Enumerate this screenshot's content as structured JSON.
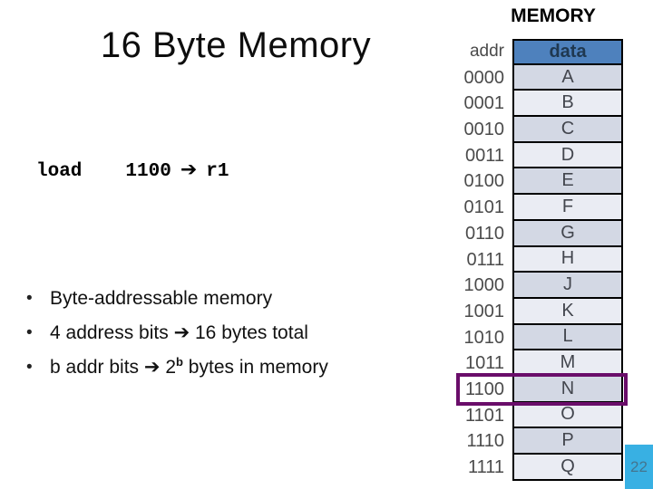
{
  "slide": {
    "title": "16 Byte Memory",
    "page_number": "22"
  },
  "load_instruction": {
    "opcode": "load",
    "address": "1100",
    "arrow": "➔",
    "register": "r1"
  },
  "bullets": [
    {
      "text": "Byte-addressable memory"
    },
    {
      "text": "4 address bits ➔ 16 bytes total"
    },
    {
      "prefix": "b addr bits ➔ 2",
      "sup": "b",
      "suffix": " bytes in memory"
    }
  ],
  "memory": {
    "label": "MEMORY",
    "header": {
      "addr": "addr",
      "data": "data"
    },
    "rows": [
      {
        "addr": "0000",
        "data": "A"
      },
      {
        "addr": "0001",
        "data": "B"
      },
      {
        "addr": "0010",
        "data": "C"
      },
      {
        "addr": "0011",
        "data": "D"
      },
      {
        "addr": "0100",
        "data": "E"
      },
      {
        "addr": "0101",
        "data": "F"
      },
      {
        "addr": "0110",
        "data": "G"
      },
      {
        "addr": "0111",
        "data": "H"
      },
      {
        "addr": "1000",
        "data": "J"
      },
      {
        "addr": "1001",
        "data": "K"
      },
      {
        "addr": "1010",
        "data": "L"
      },
      {
        "addr": "1011",
        "data": "M"
      },
      {
        "addr": "1100",
        "data": "N"
      },
      {
        "addr": "1101",
        "data": "O"
      },
      {
        "addr": "1110",
        "data": "P"
      },
      {
        "addr": "1111",
        "data": "Q"
      }
    ],
    "highlight_addr": "1100"
  },
  "colors": {
    "header_bg": "#4E81BD",
    "header_text": "#1F3850",
    "row_dark": "#D3D8E4",
    "row_light": "#EAECF3",
    "highlight_border": "#6A0D6A",
    "page_badge_bg": "#38B0E3",
    "page_number_text": "#44758F"
  }
}
